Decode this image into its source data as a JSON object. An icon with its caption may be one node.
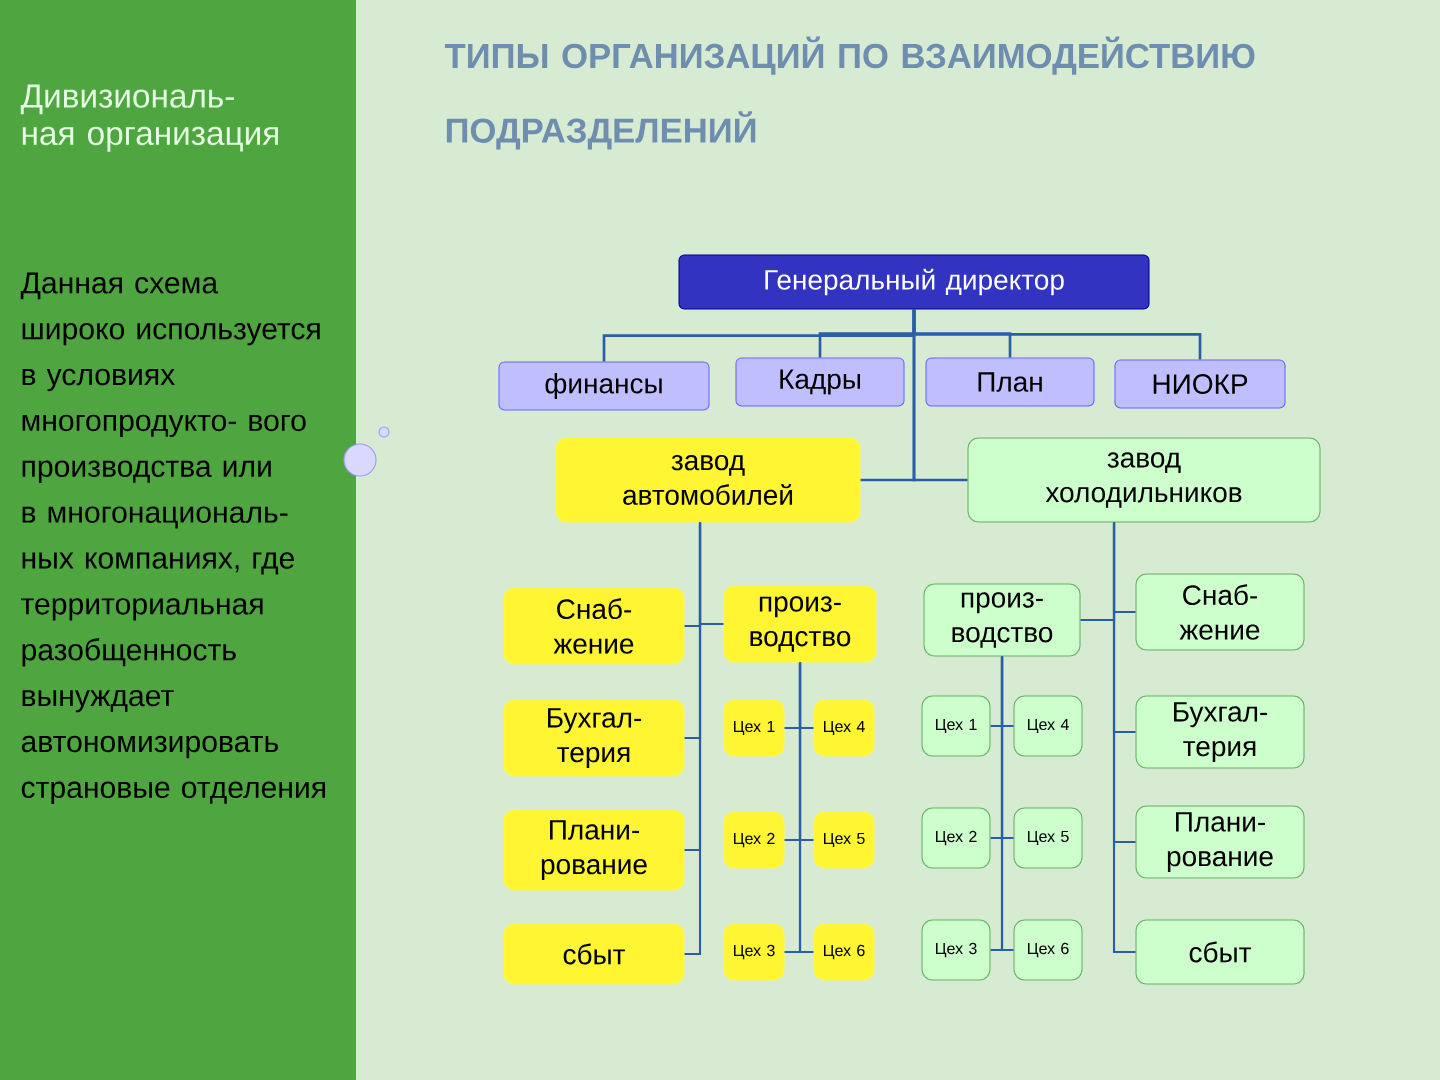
{
  "diagram": {
    "title": "ТИПЫ ОРГАНИЗАЦИЙ ПО ВЗАИМОДЕЙСТВИЮ ПОДРАЗДЕЛЕНИЙ",
    "nodes": [
      {
        "text": [
          "Генеральный директор"
        ]
      },
      {
        "text": [
          "финансы"
        ]
      },
      {
        "text": [
          "Кадры"
        ]
      },
      {
        "text": [
          "План"
        ]
      },
      {
        "text": [
          "НИОКР"
        ]
      },
      {
        "text": [
          "завод автомобилей"
        ]
      },
      {
        "text": [
          "завод холодильников"
        ]
      },
      {
        "text": [
          "Снаб- жение"
        ]
      },
      {
        "text": [
          "произ- водство"
        ]
      },
      {
        "text": [
          "Бухгал- терия"
        ]
      },
      {
        "text": [
          "Цех 1"
        ]
      },
      {
        "text": [
          "Цех 4"
        ]
      },
      {
        "text": [
          "Плани- рование"
        ]
      },
      {
        "text": [
          "Цех 2"
        ]
      },
      {
        "text": [
          "Цех 5"
        ]
      },
      {
        "text": [
          "сбыт"
        ]
      },
      {
        "text": [
          "Цех 3"
        ]
      },
      {
        "text": [
          "Цех 6"
        ]
      },
      {
        "text": [
          "произ- водство"
        ]
      },
      {
        "text": [
          "Снаб- жение"
        ]
      },
      {
        "text": [
          "Цех 1"
        ]
      },
      {
        "text": [
          "Цех 4"
        ]
      },
      {
        "text": [
          "Бухгал- терия"
        ]
      },
      {
        "text": [
          "Цех 2"
        ]
      },
      {
        "text": [
          "Цех 5"
        ]
      },
      {
        "text": [
          "Плани- рование"
        ]
      },
      {
        "text": [
          "Цех 3"
        ]
      },
      {
        "text": [
          "Цех 6"
        ]
      },
      {
        "text": [
          "сбыт"
        ]
      }
    ],
    "edges": [
      {
        "from": 0,
        "to": 1,
        "arrow": "none"
      },
      {
        "from": 0,
        "to": 2,
        "arrow": "none"
      },
      {
        "from": 0,
        "to": 3,
        "arrow": "none"
      },
      {
        "from": 0,
        "to": 4,
        "arrow": "none"
      },
      {
        "from": 0,
        "to": 5,
        "arrow": "none"
      },
      {
        "from": 0,
        "to": 6,
        "arrow": "none"
      },
      {
        "from": 5,
        "to": 7,
        "arrow": "none"
      },
      {
        "from": 5,
        "to": 8,
        "arrow": "none"
      },
      {
        "from": 5,
        "to": 9,
        "arrow": "none"
      },
      {
        "from": 5,
        "to": 12,
        "arrow": "none"
      },
      {
        "from": 5,
        "to": 15,
        "arrow": "none"
      },
      {
        "from": 8,
        "to": 10,
        "arrow": "none"
      },
      {
        "from": 8,
        "to": 11,
        "arrow": "none"
      },
      {
        "from": 8,
        "to": 13,
        "arrow": "none"
      },
      {
        "from": 8,
        "to": 14,
        "arrow": "none"
      },
      {
        "from": 8,
        "to": 16,
        "arrow": "none"
      },
      {
        "from": 8,
        "to": 17,
        "arrow": "none"
      },
      {
        "from": 6,
        "to": 18,
        "arrow": "none"
      },
      {
        "from": 6,
        "to": 19,
        "arrow": "none"
      },
      {
        "from": 6,
        "to": 22,
        "arrow": "none"
      },
      {
        "from": 6,
        "to": 25,
        "arrow": "none"
      },
      {
        "from": 6,
        "to": 28,
        "arrow": "none"
      },
      {
        "from": 18,
        "to": 20,
        "arrow": "none"
      },
      {
        "from": 18,
        "to": 21,
        "arrow": "none"
      },
      {
        "from": 18,
        "to": 23,
        "arrow": "none"
      },
      {
        "from": 18,
        "to": 24,
        "arrow": "none"
      },
      {
        "from": 18,
        "to": 26,
        "arrow": "none"
      },
      {
        "from": 18,
        "to": 27,
        "arrow": "none"
      }
    ],
    "labels": [
      "Дивизиональ- ная организация",
      "Данная схема широко используется в условиях многопродукто- вого производства или в многонациональ- ных компаниях, где территориальная разобщенность вынуждает автономизировать страновые отделения"
    ]
  }
}
